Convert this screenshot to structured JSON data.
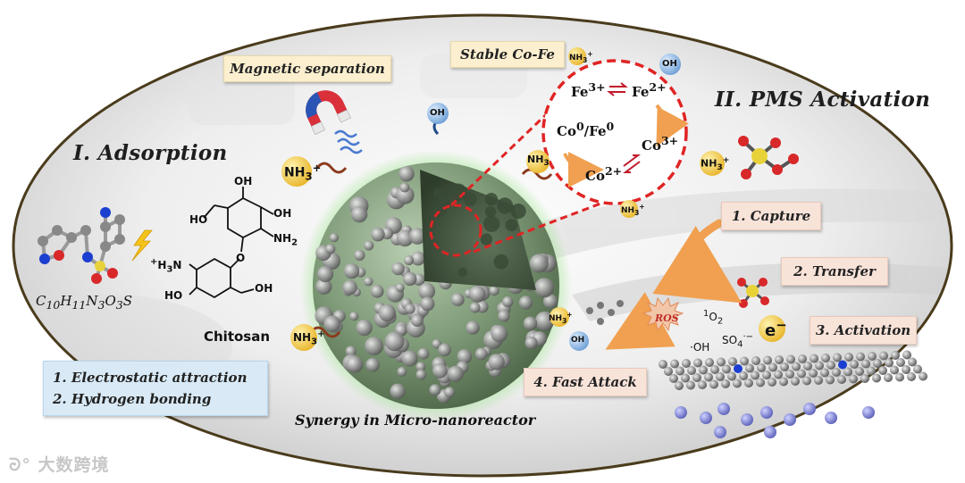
{
  "headings": {
    "adsorption": "I. Adsorption",
    "pms_activation": "II. PMS Activation"
  },
  "labels": {
    "magnetic_separation": "Magnetic separation",
    "stable_cofe": "Stable Co-Fe",
    "synergy": "Synergy in Micro-nanoreactor",
    "chitosan": "Chitosan"
  },
  "formula": {
    "base1": "C",
    "sub1": "10",
    "base2": "H",
    "sub2": "11",
    "base3": "N",
    "sub3": "3",
    "base4": "O",
    "sub4": "3",
    "base5": "S"
  },
  "interactions": [
    "1. Electrostatic attraction",
    "2. Hydrogen bonding"
  ],
  "steps": {
    "capture": "1. Capture",
    "transfer": "2. Transfer",
    "activation": "3. Activation",
    "fast_attack": "4. Fast Attack"
  },
  "cycle": {
    "fe3": "Fe",
    "fe3_sup": "3+",
    "fe2": "Fe",
    "fe2_sup": "2+",
    "co0fe0_a": "Co",
    "co0fe0_sup_a": "0",
    "co0fe0_b": "/Fe",
    "co0fe0_sup_b": "0",
    "co3": "Co",
    "co3_sup": "3+",
    "co2": "Co",
    "co2_sup": "2+"
  },
  "groups": {
    "nh3": "NH",
    "nh3_sub": "3",
    "nh3_sup": "+",
    "oh": "OH",
    "ho": "HO",
    "nh2": "NH",
    "nh2_sub": "2",
    "h3n_sup": "+",
    "h3n": "H",
    "h3n_sub": "3",
    "h3n_n": "N",
    "o": "O"
  },
  "radicals": {
    "ros": "ROS",
    "singlet_o2_sup": "1",
    "singlet_o2": "O",
    "singlet_o2_sub": "2",
    "oh_radical": "·OH",
    "so4": "SO",
    "so4_sub": "4",
    "so4_sup": "·−",
    "electron": "e",
    "electron_sup": "−"
  },
  "watermark": "大数跨境",
  "colors": {
    "ellipse_border": "#4a3b1c",
    "dashed_red": "#e02424",
    "sphere_green": "#7f9b78",
    "yellow_box": "#fbefcf",
    "pink_box": "#f8e3d9",
    "blue_box": "#d9eaf6",
    "nh3_ball": "#f5c842",
    "oh_ball": "#8fb9e8",
    "arrow_orange": "#f0a050"
  }
}
